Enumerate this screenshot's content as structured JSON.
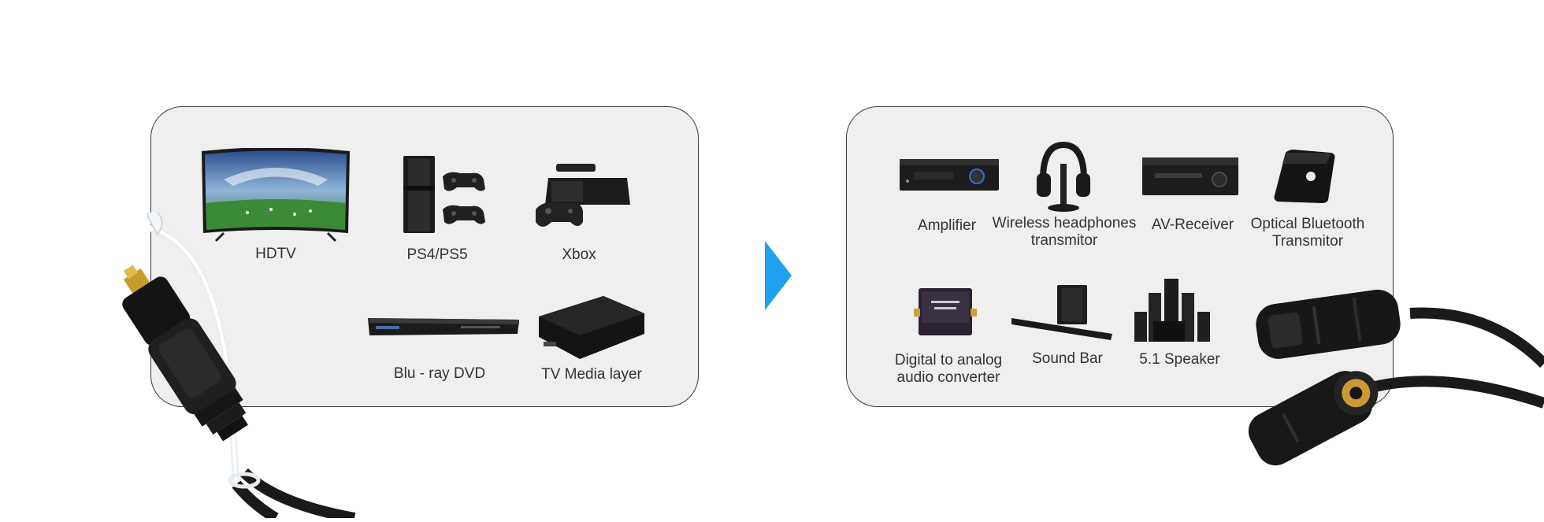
{
  "arrow_color": "#1fa0f0",
  "panel_background": "#efefef",
  "source_devices": [
    {
      "icon": "hdtv-icon",
      "label": "HDTV"
    },
    {
      "icon": "game-console-ps-icon",
      "label": "PS4/PS5"
    },
    {
      "icon": "xbox-icon",
      "label": "Xbox"
    },
    {
      "icon": "bluray-player-icon",
      "label": "Blu - ray DVD"
    },
    {
      "icon": "media-box-icon",
      "label": "TV Media layer"
    }
  ],
  "output_devices": [
    {
      "icon": "amplifier-icon",
      "label": "Amplifier"
    },
    {
      "icon": "headphones-icon",
      "label_line1": "Wireless headphones",
      "label_line2": "transmitor"
    },
    {
      "icon": "av-receiver-icon",
      "label": "AV-Receiver"
    },
    {
      "icon": "bluetooth-transmitter-icon",
      "label_line1": "Optical Bluetooth",
      "label_line2": "Transmitor"
    },
    {
      "icon": "dac-converter-icon",
      "label_line1": "Digital to analog",
      "label_line2": "audio converter"
    },
    {
      "icon": "soundbar-icon",
      "label": "Sound Bar"
    },
    {
      "icon": "speaker-system-icon",
      "label": "5.1 Speaker"
    }
  ]
}
